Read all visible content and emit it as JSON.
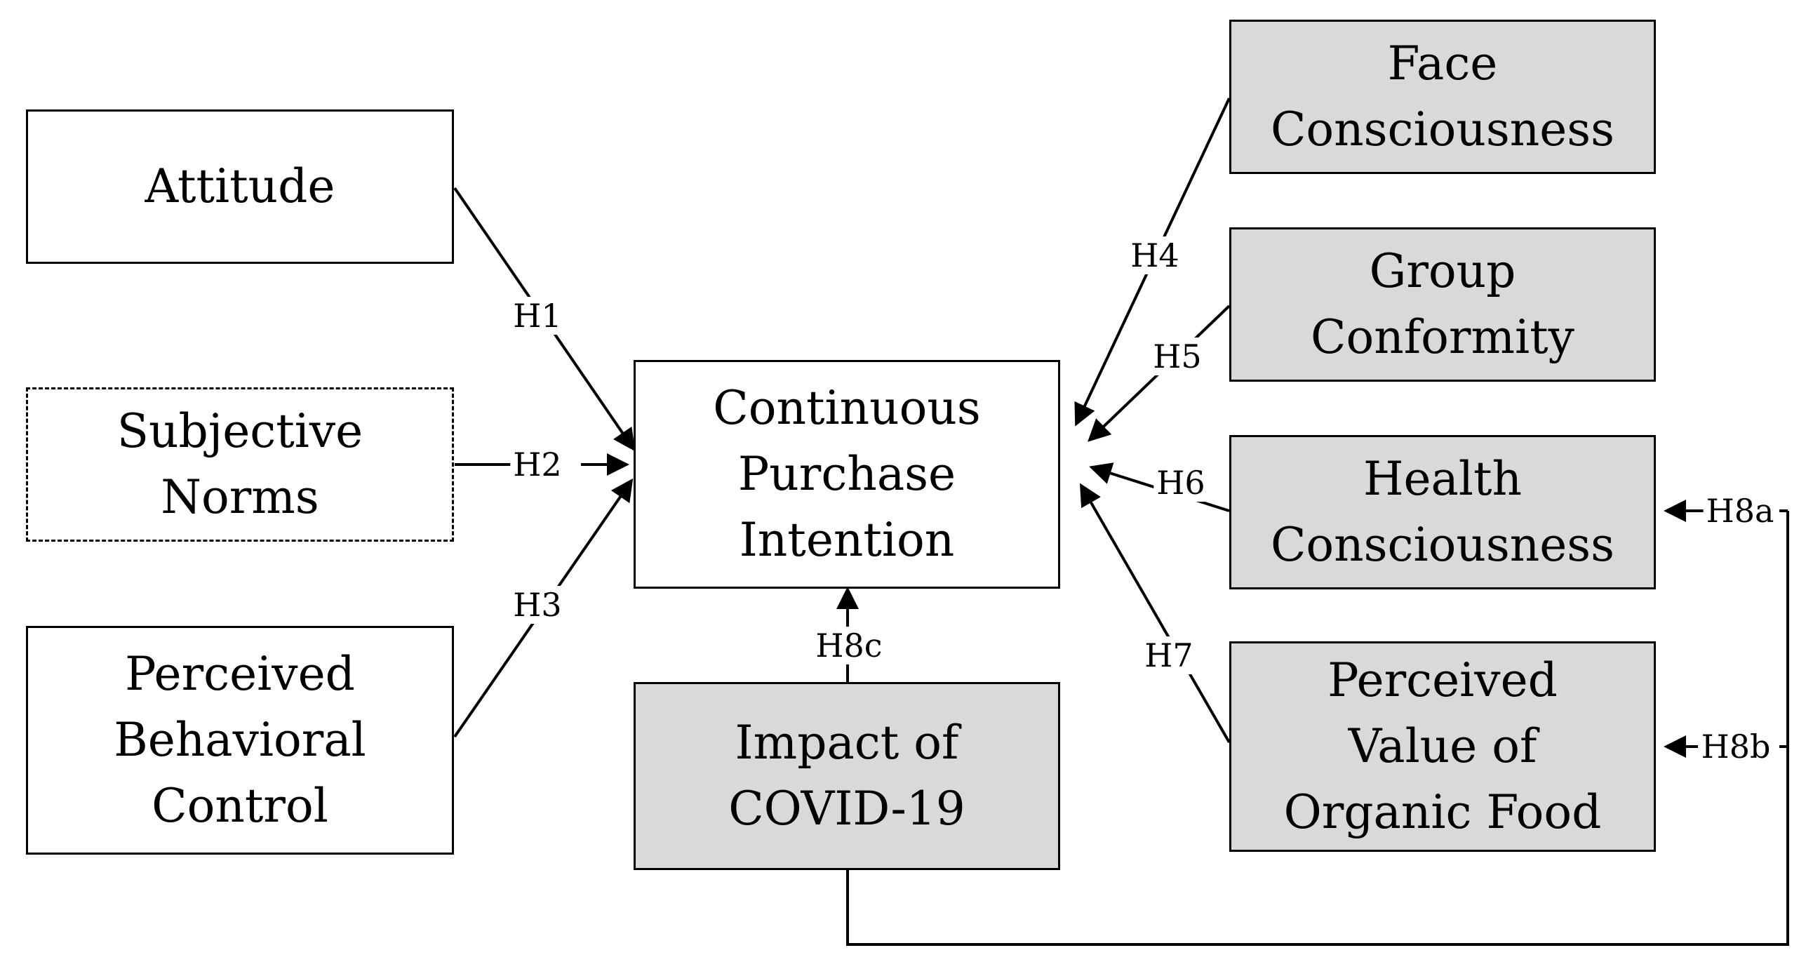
{
  "boxes": {
    "attitude": [
      "Attitude"
    ],
    "subjective_norms": [
      "Subjective",
      "Norms"
    ],
    "pbc": [
      "Perceived",
      "Behavioral",
      "Control"
    ],
    "cpi": [
      "Continuous",
      "Purchase",
      "Intention"
    ],
    "covid": [
      "Impact of",
      "COVID-19"
    ],
    "face": [
      "Face",
      "Consciousness"
    ],
    "group": [
      "Group",
      "Conformity"
    ],
    "health": [
      "Health",
      "Consciousness"
    ],
    "value": [
      "Perceived",
      "Value of",
      "Organic Food"
    ]
  },
  "hypotheses": {
    "h1": "H1",
    "h2": "H2",
    "h3": "H3",
    "h4": "H4",
    "h5": "H5",
    "h6": "H6",
    "h7": "H7",
    "h8a": "H8a",
    "h8b": "H8b",
    "h8c": "H8c"
  },
  "colors": {
    "moderator_fill": "#d9d9d9",
    "construct_fill": "#ffffff",
    "line": "#000000"
  }
}
